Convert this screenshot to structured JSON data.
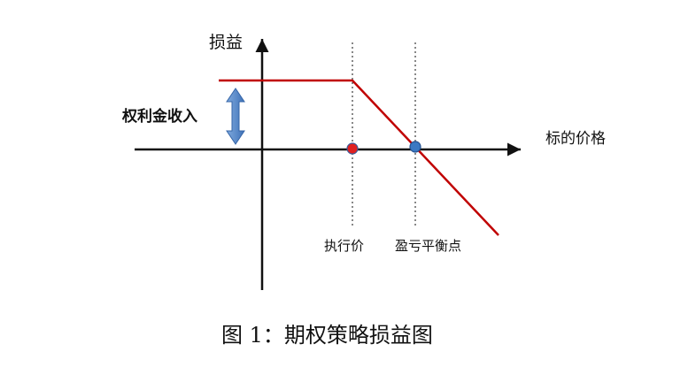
{
  "labels": {
    "y_axis": "损益",
    "x_axis": "标的价格",
    "premium": "权利金收入",
    "strike": "执行价",
    "breakeven": "盈亏平衡点",
    "caption": "图 1：期权策略损益图"
  },
  "colors": {
    "axis": "#111111",
    "payoff": "#c00000",
    "strike_point": "#e02020",
    "breakeven_point": "#3b78c2",
    "premium_arrow": "#5b8fd0"
  }
}
